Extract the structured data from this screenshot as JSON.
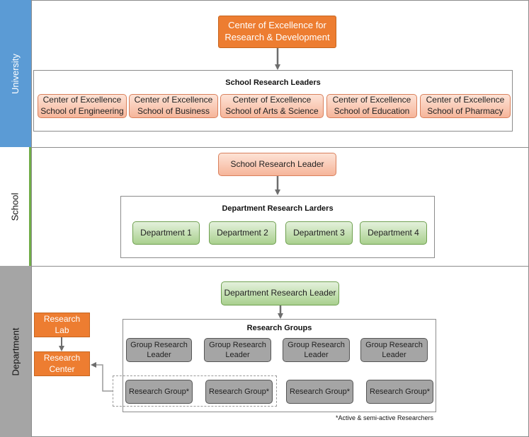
{
  "colors": {
    "university_band": "#5b9bd5",
    "school_band": "#ffffff",
    "department_band": "#a5a5a5",
    "orange_box": "#ed7d31",
    "connector": "#6d6d6d"
  },
  "bands": {
    "university": "University",
    "school": "School",
    "department": "Department"
  },
  "university": {
    "top_box": "Center of Excellence for\nResearch & Development",
    "container_title": "School Research Leaders",
    "centers": [
      "Center of Excellence\nSchool of Engineering",
      "Center of Excellence\nSchool of Business",
      "Center of Excellence\nSchool of Arts & Science",
      "Center of Excellence\nSchool of Education",
      "Center of Excellence\nSchool of Pharmacy"
    ]
  },
  "school": {
    "leader": "School Research Leader",
    "container_title": "Department Research Larders",
    "departments": [
      "Department 1",
      "Department 2",
      "Department 3",
      "Department 4"
    ]
  },
  "department": {
    "leader": "Department Research Leader",
    "container_title": "Research Groups",
    "group_leaders": [
      "Group Research\nLeader",
      "Group Research\nLeader",
      "Group Research\nLeader",
      "Group Research\nLeader"
    ],
    "groups": [
      "Research Group*",
      "Research Group*",
      "Research Group*",
      "Research Group*"
    ],
    "research_lab": "Research\nLab",
    "research_center": "Research\nCenter",
    "footnote": "*Active & semi-active Researchers"
  }
}
